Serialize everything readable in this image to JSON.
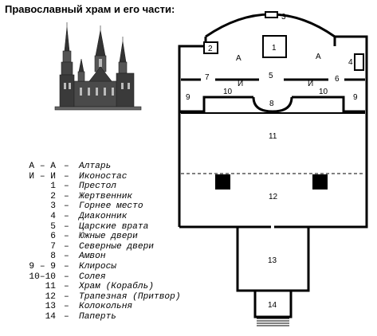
{
  "title": "Православный храм и его части:",
  "legend": [
    {
      "key": "А – А",
      "dash": "–",
      "label": "Алтарь"
    },
    {
      "key": "И – И",
      "dash": "–",
      "label": "Иконостас"
    },
    {
      "key": "1",
      "dash": "–",
      "label": "Престол"
    },
    {
      "key": "2",
      "dash": "–",
      "label": "Жертвенник"
    },
    {
      "key": "3",
      "dash": "–",
      "label": "Горнее место"
    },
    {
      "key": "4",
      "dash": "–",
      "label": "Диаконник"
    },
    {
      "key": "5",
      "dash": "–",
      "label": "Царские врата"
    },
    {
      "key": "6",
      "dash": "–",
      "label": "Южные двери"
    },
    {
      "key": "7",
      "dash": "–",
      "label": "Северные двери"
    },
    {
      "key": "8",
      "dash": "–",
      "label": "Амвон"
    },
    {
      "key": "9 – 9",
      "dash": "–",
      "label": "Клиросы"
    },
    {
      "key": "10–10",
      "dash": "–",
      "label": "Солея"
    },
    {
      "key": "11",
      "dash": "–",
      "label": "Храм (Корабль)"
    },
    {
      "key": "12",
      "dash": "–",
      "label": "Трапезная (Притвор)"
    },
    {
      "key": "13",
      "dash": "–",
      "label": "Колокольня"
    },
    {
      "key": "14",
      "dash": "–",
      "label": "Паперть"
    }
  ],
  "plan_labels": {
    "altar_left": "А",
    "altar_right": "А",
    "n1": "1",
    "n2": "2",
    "n3": "3",
    "n4": "4",
    "n5": "5",
    "n6": "6",
    "n7": "7",
    "n8": "8",
    "n9_left": "9",
    "n9_right": "9",
    "n10_left": "10",
    "n10_right": "10",
    "iconostasis_left": "И",
    "iconostasis_right": "И",
    "n11": "11",
    "n12": "12",
    "n13": "13",
    "n14": "14"
  },
  "colors": {
    "ink": "#000000",
    "paper": "#ffffff",
    "sketch": "#333333"
  }
}
